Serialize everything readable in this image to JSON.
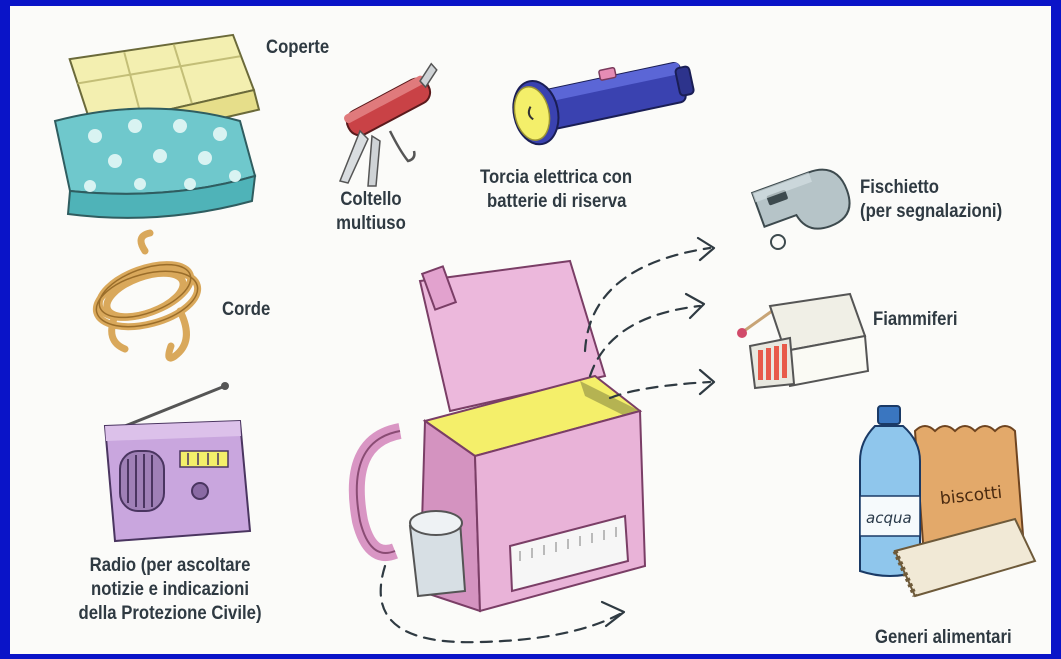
{
  "labels": {
    "blankets": "Coperte",
    "knife_line1": "Coltello",
    "knife_line2": "multiuso",
    "torch_line1": "Torcia elettrica con",
    "torch_line2": "batterie di riserva",
    "whistle_line1": "Fischietto",
    "whistle_line2": "(per segnalazioni)",
    "ropes": "Corde",
    "matches": "Fiammiferi",
    "radio_line1": "Radio (per ascoltare",
    "radio_line2": "notizie e indicazioni",
    "radio_line3": "della Protezione Civile)",
    "food": "Generi alimentari"
  },
  "package_text": {
    "water": "acqua",
    "biscuits": "biscotti"
  },
  "colors": {
    "frame": "#0a14c8",
    "background": "#fbfbf9",
    "text": "#2f3a42",
    "bag": "#e9b3d8",
    "bag_interior": "#f4ef6a"
  }
}
